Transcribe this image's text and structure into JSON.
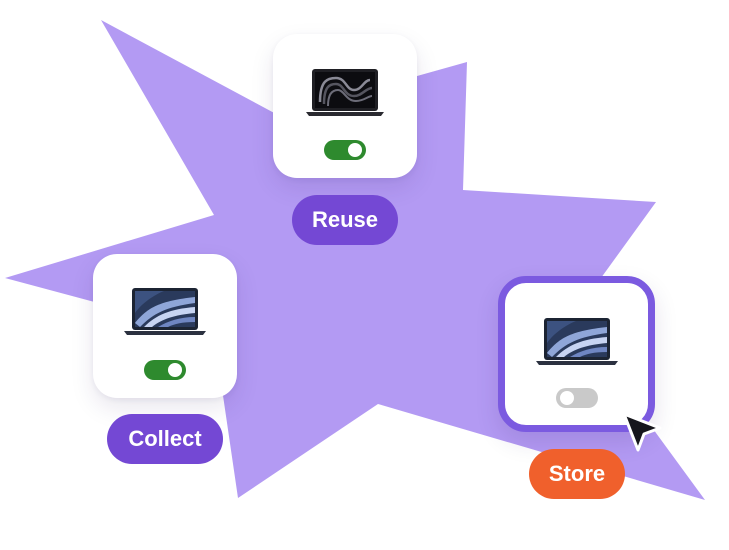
{
  "colors": {
    "burst": "#b39af3",
    "label_purple": "#7448d4",
    "label_orange": "#f0602c",
    "selected_border": "#7b5ae0",
    "toggle_on": "#2e8a2e",
    "toggle_off": "#c9c9c9"
  },
  "cards": [
    {
      "label": "Reuse",
      "icon": "laptop-dark-wallpaper-icon",
      "toggle_on": true,
      "selected": false
    },
    {
      "label": "Collect",
      "icon": "laptop-blue-wallpaper-icon",
      "toggle_on": true,
      "selected": false
    },
    {
      "label": "Store",
      "icon": "laptop-blue-wallpaper-icon",
      "toggle_on": false,
      "selected": true
    }
  ],
  "cursor_icon": "mouse-pointer-icon"
}
